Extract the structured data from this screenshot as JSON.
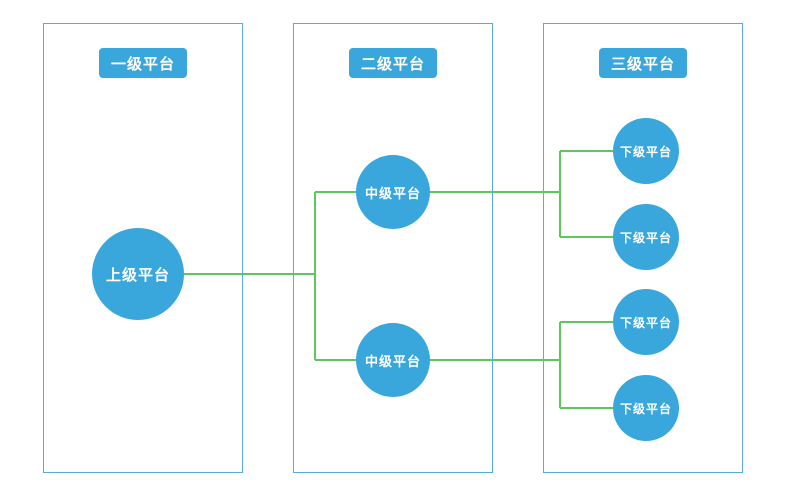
{
  "colors": {
    "node_fill": "#3AA7DC",
    "node_text": "#FFFFFF",
    "box_border": "#58ABDB",
    "connector": "#5CC85C",
    "background": "#FFFFFF"
  },
  "diagram": {
    "columns": [
      {
        "header": "一级平台"
      },
      {
        "header": "二级平台"
      },
      {
        "header": "三级平台"
      }
    ],
    "nodes": {
      "root": {
        "label": "上级平台"
      },
      "mid_top": {
        "label": "中级平台"
      },
      "mid_bottom": {
        "label": "中级平台"
      },
      "leaf_1": {
        "label": "下级平台"
      },
      "leaf_2": {
        "label": "下级平台"
      },
      "leaf_3": {
        "label": "下级平台"
      },
      "leaf_4": {
        "label": "下级平台"
      }
    }
  }
}
